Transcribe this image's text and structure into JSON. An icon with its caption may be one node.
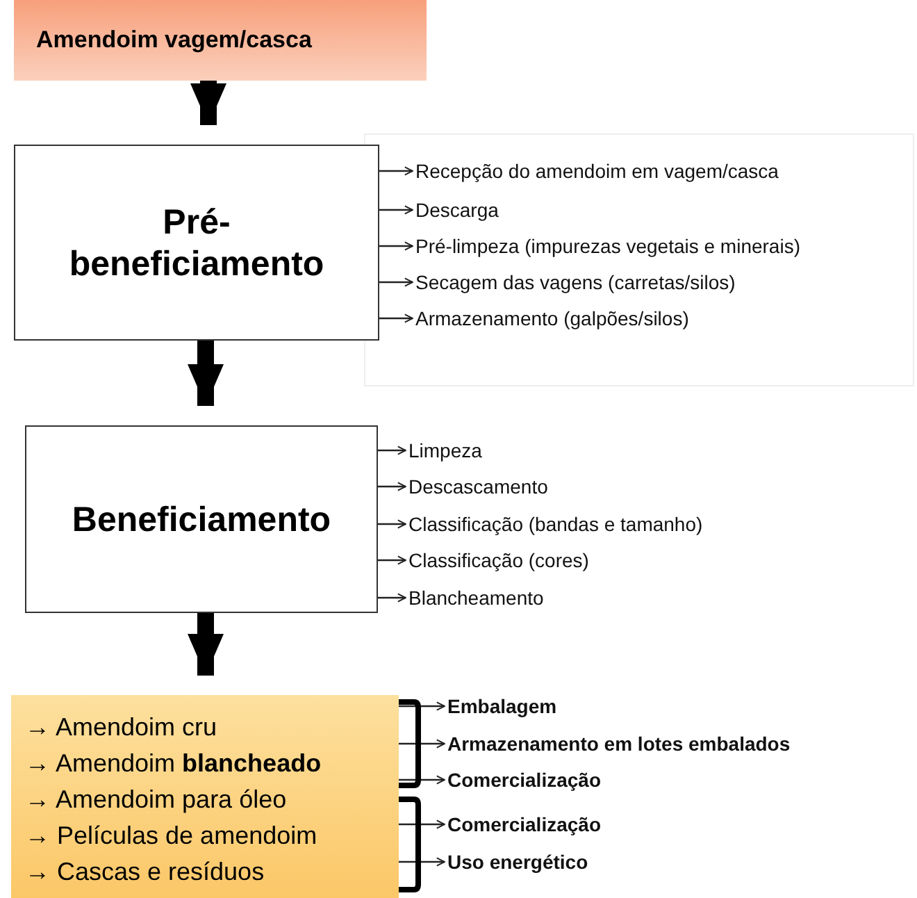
{
  "diagram": {
    "nodes": [
      {
        "text": [
          "Amendoim vagem/casca"
        ]
      },
      {
        "text": [
          "Pré-beneficiamento"
        ]
      },
      {
        "text": [
          "Beneficiamento"
        ]
      },
      {
        "text": [
          "→ Amendoim cru",
          "→ Amendoim **blancheado**",
          "→ Amendoim para óleo",
          "→ Películas de amendoim",
          "→ Cascas e resíduos"
        ]
      },
      {
        "text": [
          "Recepção do amendoim em vagem/casca"
        ]
      },
      {
        "text": [
          "Descarga"
        ]
      },
      {
        "text": [
          "Pré-limpeza (impurezas vegetais e minerais)"
        ]
      },
      {
        "text": [
          "Secagem das vagens (carretas/silos)"
        ]
      },
      {
        "text": [
          "Armazenamento (galpões/silos)"
        ]
      },
      {
        "text": [
          "Limpeza"
        ]
      },
      {
        "text": [
          "Descascamento"
        ]
      },
      {
        "text": [
          "Classificação (bandas e tamanho)"
        ]
      },
      {
        "text": [
          "Classificação (cores)"
        ]
      },
      {
        "text": [
          "Blancheamento"
        ]
      },
      {
        "text": [
          "Embalagem"
        ]
      },
      {
        "text": [
          "Armazenamento em lotes embalados"
        ]
      },
      {
        "text": [
          "Comercialização"
        ]
      },
      {
        "text": [
          "Comercialização"
        ]
      },
      {
        "text": [
          "Uso energético"
        ]
      }
    ],
    "edges": [
      {
        "from": 0,
        "to": 1,
        "arrow": "to",
        "style": "thick"
      },
      {
        "from": 1,
        "to": 2,
        "arrow": "to",
        "style": "thick"
      },
      {
        "from": 2,
        "to": 3,
        "arrow": "to",
        "style": "thick"
      },
      {
        "from": 1,
        "to": 4,
        "arrow": "to"
      },
      {
        "from": 1,
        "to": 5,
        "arrow": "to"
      },
      {
        "from": 1,
        "to": 6,
        "arrow": "to"
      },
      {
        "from": 1,
        "to": 7,
        "arrow": "to"
      },
      {
        "from": 1,
        "to": 8,
        "arrow": "to"
      },
      {
        "from": 2,
        "to": 9,
        "arrow": "to"
      },
      {
        "from": 2,
        "to": 10,
        "arrow": "to"
      },
      {
        "from": 2,
        "to": 11,
        "arrow": "to"
      },
      {
        "from": 2,
        "to": 12,
        "arrow": "to"
      },
      {
        "from": 2,
        "to": 13,
        "arrow": "to"
      },
      {
        "from": 3,
        "to": 14,
        "arrow": "to"
      },
      {
        "from": 3,
        "to": 15,
        "arrow": "to"
      },
      {
        "from": 3,
        "to": 16,
        "arrow": "to"
      },
      {
        "from": 3,
        "to": 17,
        "arrow": "to"
      },
      {
        "from": 3,
        "to": 18,
        "arrow": "to"
      }
    ]
  }
}
